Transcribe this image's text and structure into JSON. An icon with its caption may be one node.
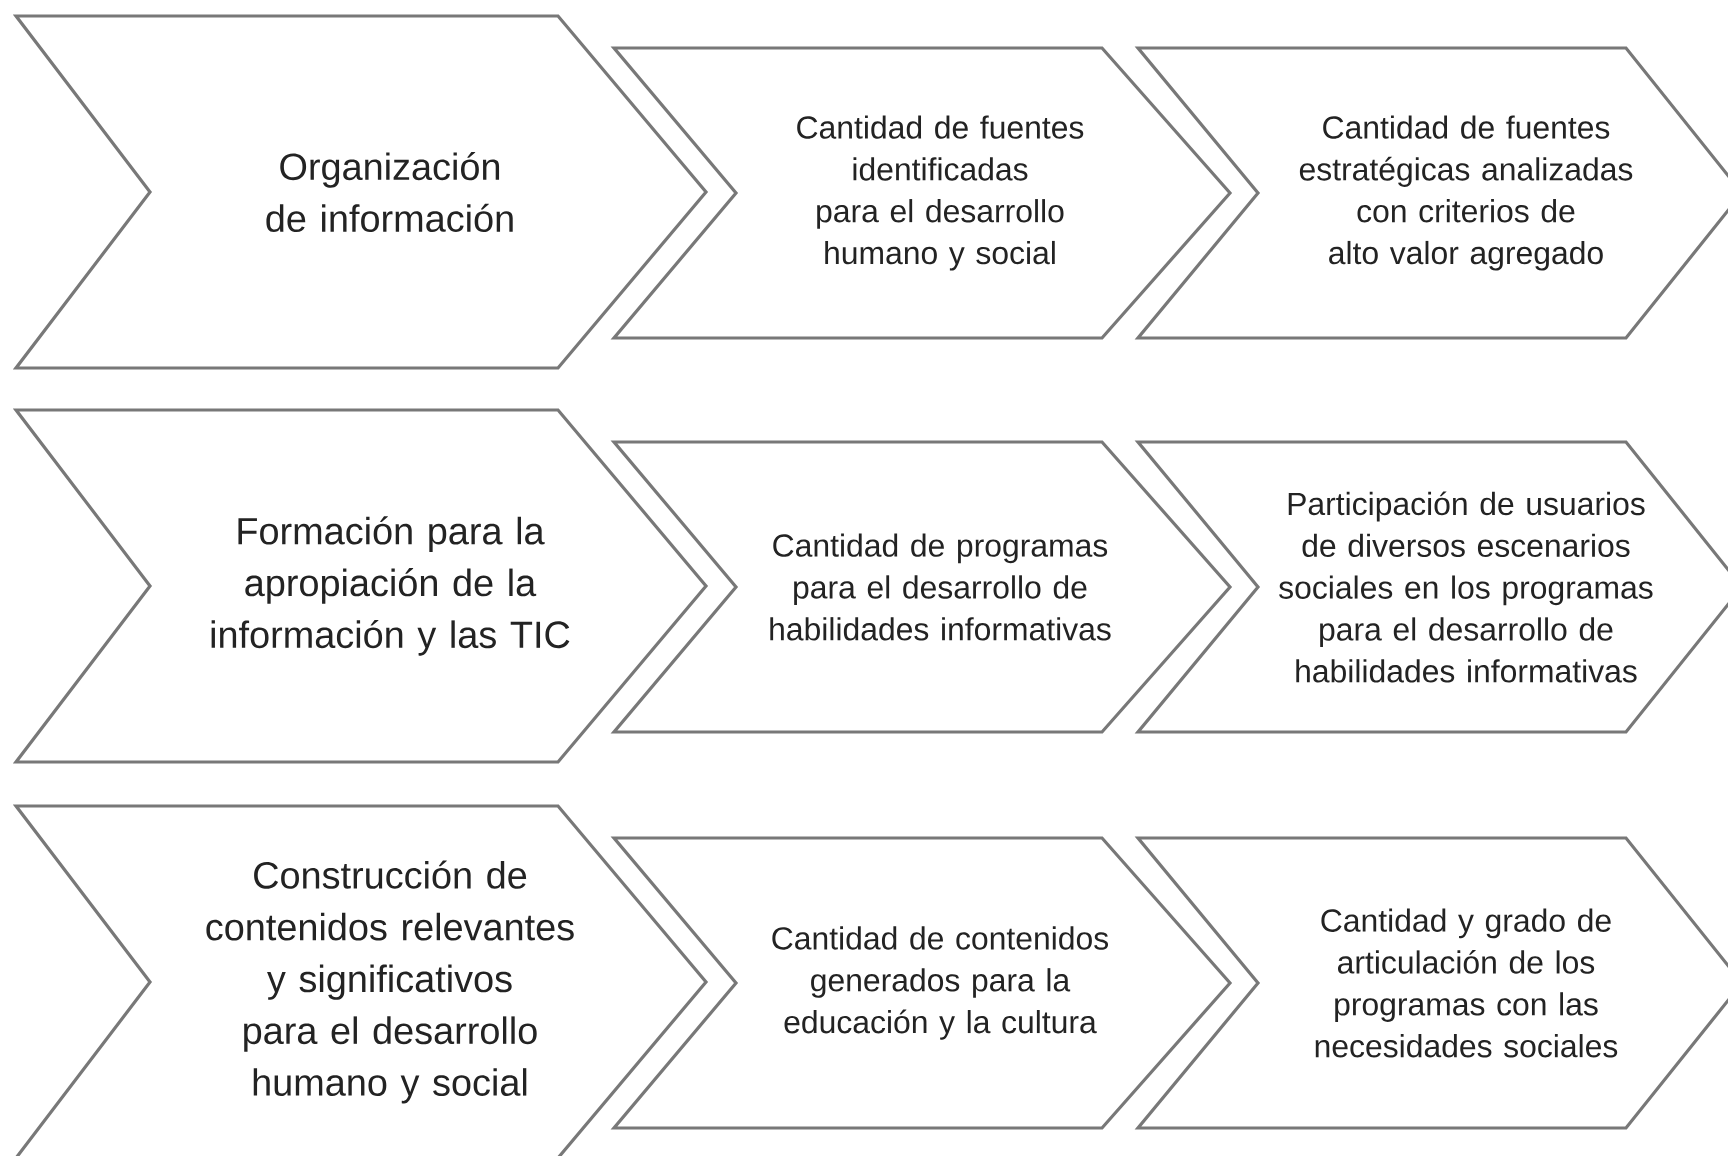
{
  "diagram": {
    "nodes": [
      {
        "text": [
          "Organización de información"
        ]
      },
      {
        "text": [
          "Cantidad de fuentes identificadas para el desarrollo humano y social"
        ]
      },
      {
        "text": [
          "Cantidad de fuentes estratégicas analizadas con criterios de alto valor agregado"
        ]
      },
      {
        "text": [
          "Formación para la apropiación de la información y las TIC"
        ]
      },
      {
        "text": [
          "Cantidad de programas para el desarrollo de habilidades informativas"
        ]
      },
      {
        "text": [
          "Participación de usuarios de diversos escenarios sociales en los programas para el desarrollo de habilidades informativas"
        ]
      },
      {
        "text": [
          "Construcción de contenidos relevantes y significativos para el desarrollo humano y social"
        ]
      },
      {
        "text": [
          "Cantidad de contenidos generados para la educación y la cultura"
        ]
      },
      {
        "text": [
          "Cantidad y grado de articulación de los programas con las necesidades sociales"
        ]
      }
    ]
  }
}
